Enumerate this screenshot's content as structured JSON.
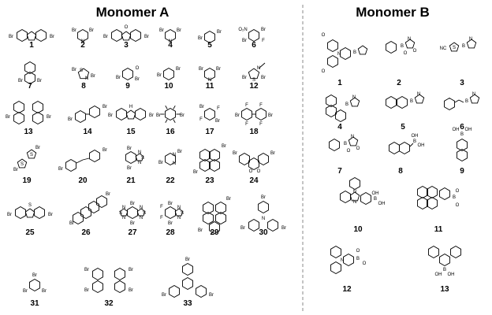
{
  "figure": {
    "panel_a_title": "Monomer A",
    "panel_b_title": "Monomer B",
    "divider_color": "#888888",
    "atom_labels": {
      "br": "Br",
      "n": "N",
      "s": "S",
      "o": "O",
      "f": "F",
      "b": "B",
      "oh": "OH",
      "nh": "H",
      "cn": "NC",
      "no2": "O₂N"
    },
    "monomer_a": [
      {
        "id": "1"
      },
      {
        "id": "2"
      },
      {
        "id": "3"
      },
      {
        "id": "4"
      },
      {
        "id": "5"
      },
      {
        "id": "6"
      },
      {
        "id": "7"
      },
      {
        "id": "8"
      },
      {
        "id": "9"
      },
      {
        "id": "10"
      },
      {
        "id": "11"
      },
      {
        "id": "12"
      },
      {
        "id": "13"
      },
      {
        "id": "14"
      },
      {
        "id": "15"
      },
      {
        "id": "16"
      },
      {
        "id": "17"
      },
      {
        "id": "18"
      },
      {
        "id": "19"
      },
      {
        "id": "20"
      },
      {
        "id": "21"
      },
      {
        "id": "22"
      },
      {
        "id": "23"
      },
      {
        "id": "24"
      },
      {
        "id": "25"
      },
      {
        "id": "26"
      },
      {
        "id": "27"
      },
      {
        "id": "28"
      },
      {
        "id": "29"
      },
      {
        "id": "30"
      },
      {
        "id": "31"
      },
      {
        "id": "32"
      },
      {
        "id": "33"
      }
    ],
    "monomer_b": [
      {
        "id": "1"
      },
      {
        "id": "2"
      },
      {
        "id": "3"
      },
      {
        "id": "4"
      },
      {
        "id": "5"
      },
      {
        "id": "6"
      },
      {
        "id": "7"
      },
      {
        "id": "8"
      },
      {
        "id": "9"
      },
      {
        "id": "10"
      },
      {
        "id": "11"
      },
      {
        "id": "12"
      },
      {
        "id": "13"
      }
    ]
  }
}
